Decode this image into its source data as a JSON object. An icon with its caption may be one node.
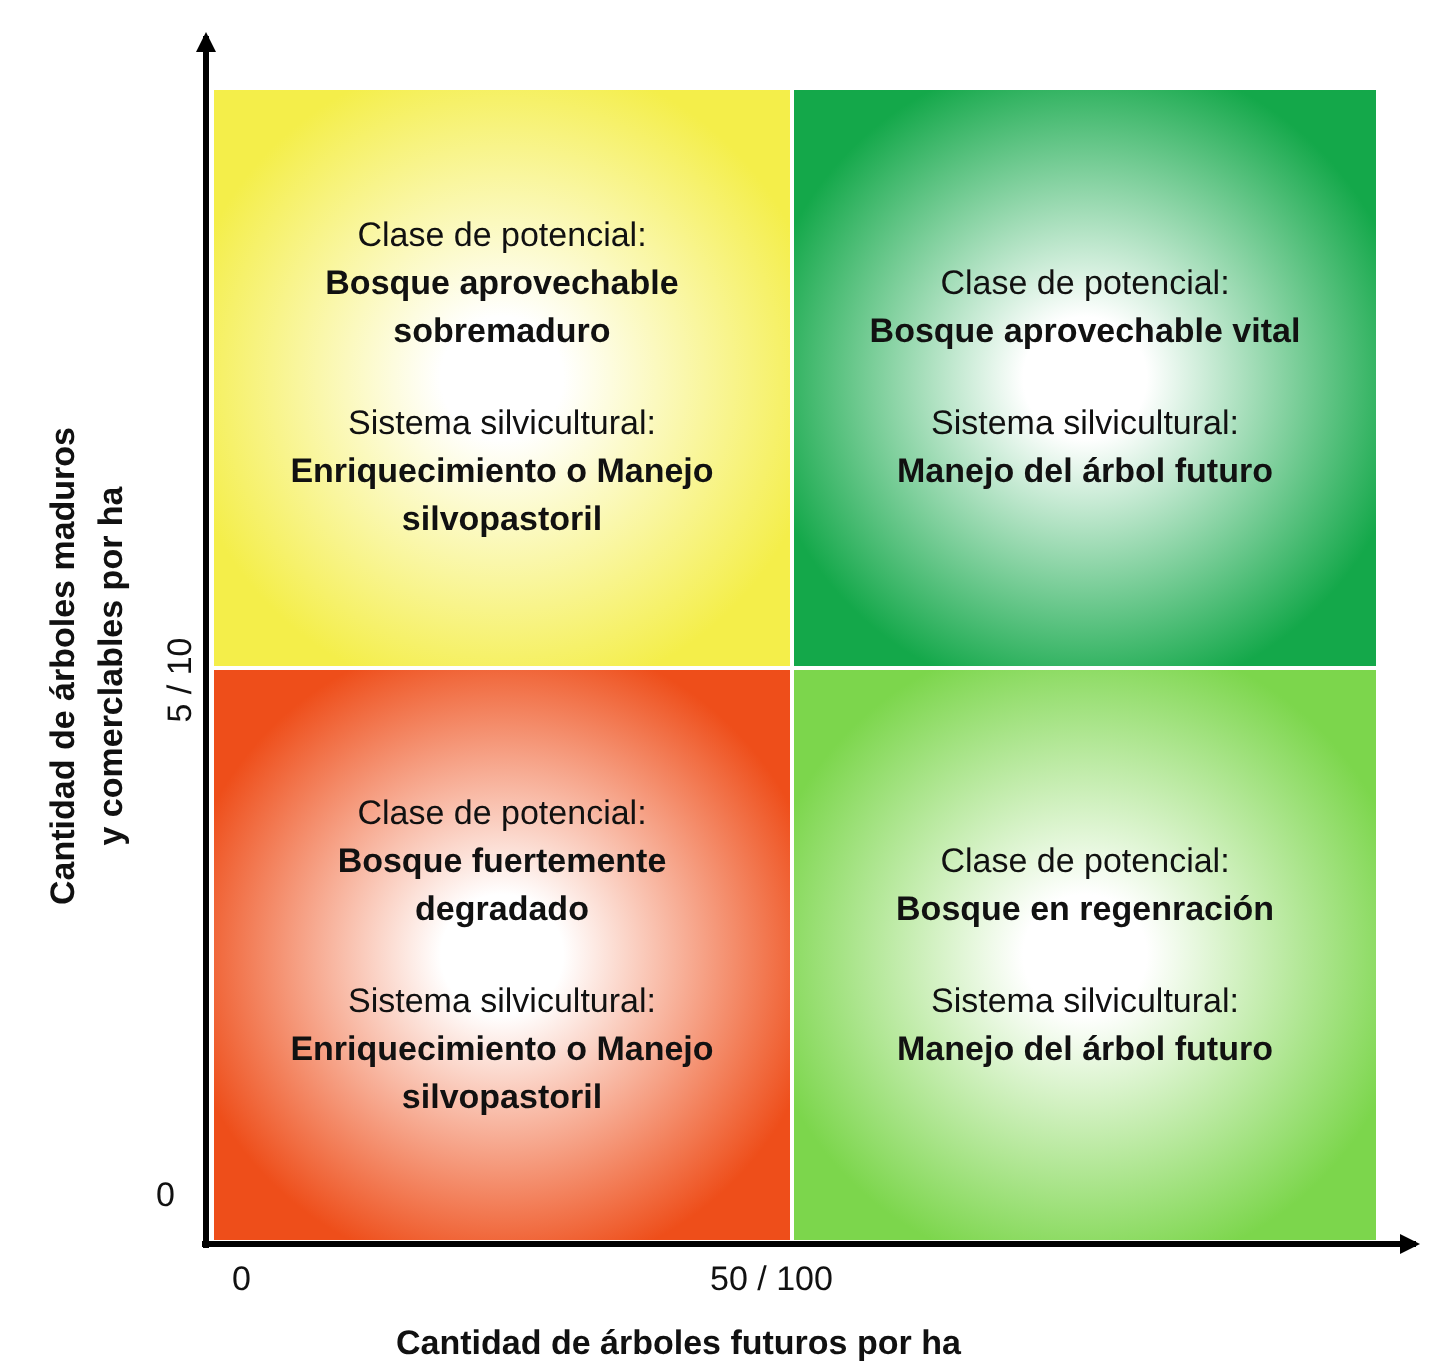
{
  "diagram": {
    "nodes": [
      {
        "text": [
          "Clase de potencial:",
          "Bosque aprovechable sobremaduro",
          "Sistema silvicultural:",
          "Enriquecimiento o Manejo silvopastoril"
        ]
      },
      {
        "text": [
          "Clase de potencial:",
          "Bosque aprovechable vital",
          "Sistema silvicultural:",
          "Manejo del árbol futuro"
        ]
      },
      {
        "text": [
          "Clase de potencial:",
          "Bosque fuertemente degradado",
          "Sistema silvicultural:",
          "Enriquecimiento o Manejo silvopastoril"
        ]
      },
      {
        "text": [
          "Clase de potencial:",
          "Bosque en regenración",
          "Sistema silvicultural:",
          "Manejo del árbol futuro"
        ]
      }
    ],
    "edges": [],
    "labels": [
      "Cantidad de árboles maduros y comerclables por ha",
      "5 / 10",
      "0",
      "0",
      "50 / 100",
      "Cantidad de árboles futuros por ha"
    ]
  }
}
